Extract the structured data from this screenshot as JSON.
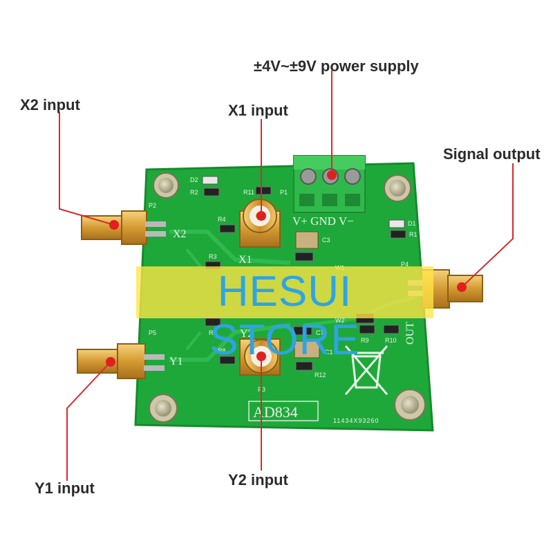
{
  "callouts": {
    "power_supply": "±4V~±9V power supply",
    "x1_input": "X1 input",
    "x2_input": "X2 input",
    "signal_output": "Signal output",
    "y1_input": "Y1 input",
    "y2_input": "Y2 input"
  },
  "watermark": "HESUI STORE",
  "board": {
    "chip_marking": "AD834",
    "serial": "11434X93260",
    "terminal_label": "V+ GND V−",
    "port_x1": "X1",
    "port_x2": "X2",
    "port_y1": "Y1",
    "port_y2": "Y2",
    "port_out": "OUT",
    "refs": {
      "d2": "D2",
      "r2": "R2",
      "r11": "R11",
      "p1": "P1",
      "p2": "P2",
      "r4": "R4",
      "c3": "C3",
      "r3": "R3",
      "d1": "D1",
      "r1": "R1",
      "w1": "W1",
      "w2": "W2",
      "p4": "P4",
      "r9": "R9",
      "r10": "R10",
      "p5": "P5",
      "r7": "R7",
      "r8": "R8",
      "c7": "C7",
      "c1": "C1",
      "r12": "R12",
      "p3": "P3"
    }
  },
  "colors": {
    "pcb": "#1fa83a",
    "pcb_dark": "#168a2c",
    "terminal_block": "#2fb94a",
    "callout_line": "#d42b2b",
    "callout_dot": "#e02020",
    "gold": "#d9a441",
    "watermark_bg": "#ffe646",
    "watermark_text": "#2ea3e6"
  }
}
